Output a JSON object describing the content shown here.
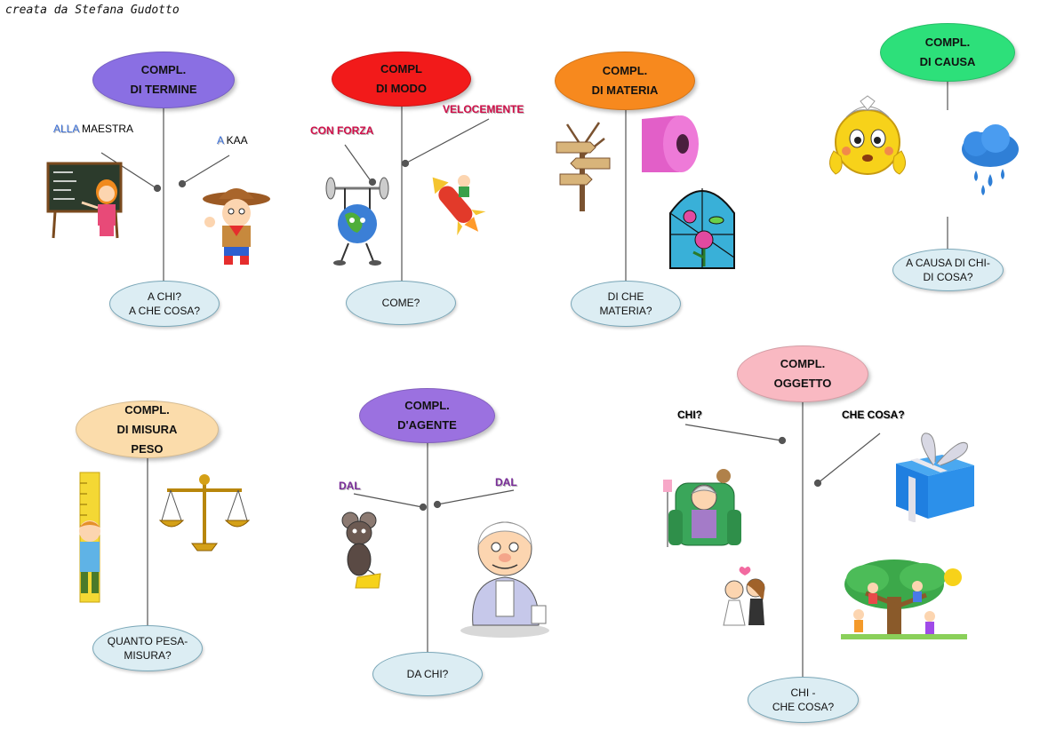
{
  "credit": "creata da Stefana Gudotto",
  "colors": {
    "termine": "#8a6fe3",
    "modo": "#f21a1a",
    "materia": "#f7891e",
    "causa": "#2de07a",
    "misura": "#fbdcab",
    "agente": "#9b71e0",
    "oggetto": "#f9b9c2",
    "question": "#dcedf3",
    "alla": "#3a6fd8",
    "red_label": "#d0104a",
    "purple_label": "#7a2d99"
  },
  "termine": {
    "title_line1": "COMPL.",
    "title_line2": "DI TERMINE",
    "label_alla_a": "ALLA",
    "label_alla_b": " MAESTRA",
    "label_a_a": "A",
    "label_a_b": "  KAA",
    "q_line1": "A CHI?",
    "q_line2": "A CHE COSA?"
  },
  "modo": {
    "title_line1": "COMPL",
    "title_line2": "DI MODO",
    "label_forza": "CON FORZA",
    "label_veloce": "VELOCEMENTE",
    "q_line1": "COME?"
  },
  "materia": {
    "title_line1": "COMPL.",
    "title_line2": "DI MATERIA",
    "q_line1": "DI CHE",
    "q_line2": "MATERIA?"
  },
  "causa": {
    "title_line1": "COMPL.",
    "title_line2": "DI CAUSA",
    "q_line1": "A CAUSA DI CHI-",
    "q_line2": "DI COSA?"
  },
  "misura": {
    "title_line1": "COMPL.",
    "title_line2": "DI MISURA",
    "title_line3": "PESO",
    "q_line1": "QUANTO PESA-",
    "q_line2": "MISURA?"
  },
  "agente": {
    "title_line1": "COMPL.",
    "title_line2": "D'AGENTE",
    "label_dal1": "DAL",
    "label_dal2": "DAL",
    "q_line1": "DA CHI?"
  },
  "oggetto": {
    "title_line1": "COMPL.",
    "title_line2": "OGGETTO",
    "label_chi": "CHI?",
    "label_checosa": "CHE COSA?",
    "q_line1": "CHI -",
    "q_line2": "CHE COSA?"
  }
}
